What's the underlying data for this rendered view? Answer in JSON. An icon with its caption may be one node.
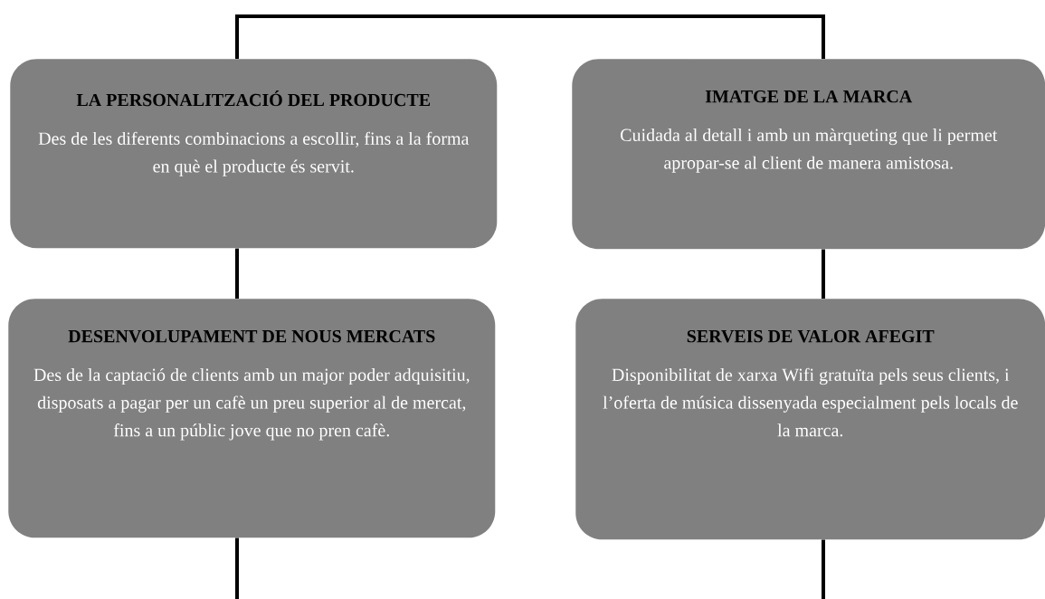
{
  "diagram": {
    "nodes": [
      {
        "text": [
          "LA PERSONALITZACIÓ DEL PRODUCTE",
          "Des de les diferents combinacions a escollir, fins a la forma en què el producte és servit."
        ]
      },
      {
        "text": [
          "IMATGE DE LA MARCA",
          "Cuidada al detall i amb un màrqueting que li permet apropar-se al client de manera amistosa."
        ]
      },
      {
        "text": [
          "DESENVOLUPAMENT DE NOUS MERCATS",
          "Des de la captació de clients amb un major poder adquisitiu, disposats a pagar per un cafè un preu superior al de mercat, fins a un públic jove que no pren cafè."
        ]
      },
      {
        "text": [
          "SERVEIS DE VALOR AFEGIT",
          "Disponibilitat de xarxa Wifi gratuïta pels seus clients, i l’oferta de música dissenyada especialment pels locals de la marca."
        ]
      }
    ],
    "edges": [
      {
        "from": 0,
        "to": 1,
        "arrow": "none"
      },
      {
        "from": 0,
        "to": 2,
        "arrow": "none"
      },
      {
        "from": 1,
        "to": 3,
        "arrow": "none"
      },
      {
        "from": 2,
        "to": null,
        "arrow": "none"
      },
      {
        "from": 3,
        "to": null,
        "arrow": "none"
      }
    ]
  }
}
